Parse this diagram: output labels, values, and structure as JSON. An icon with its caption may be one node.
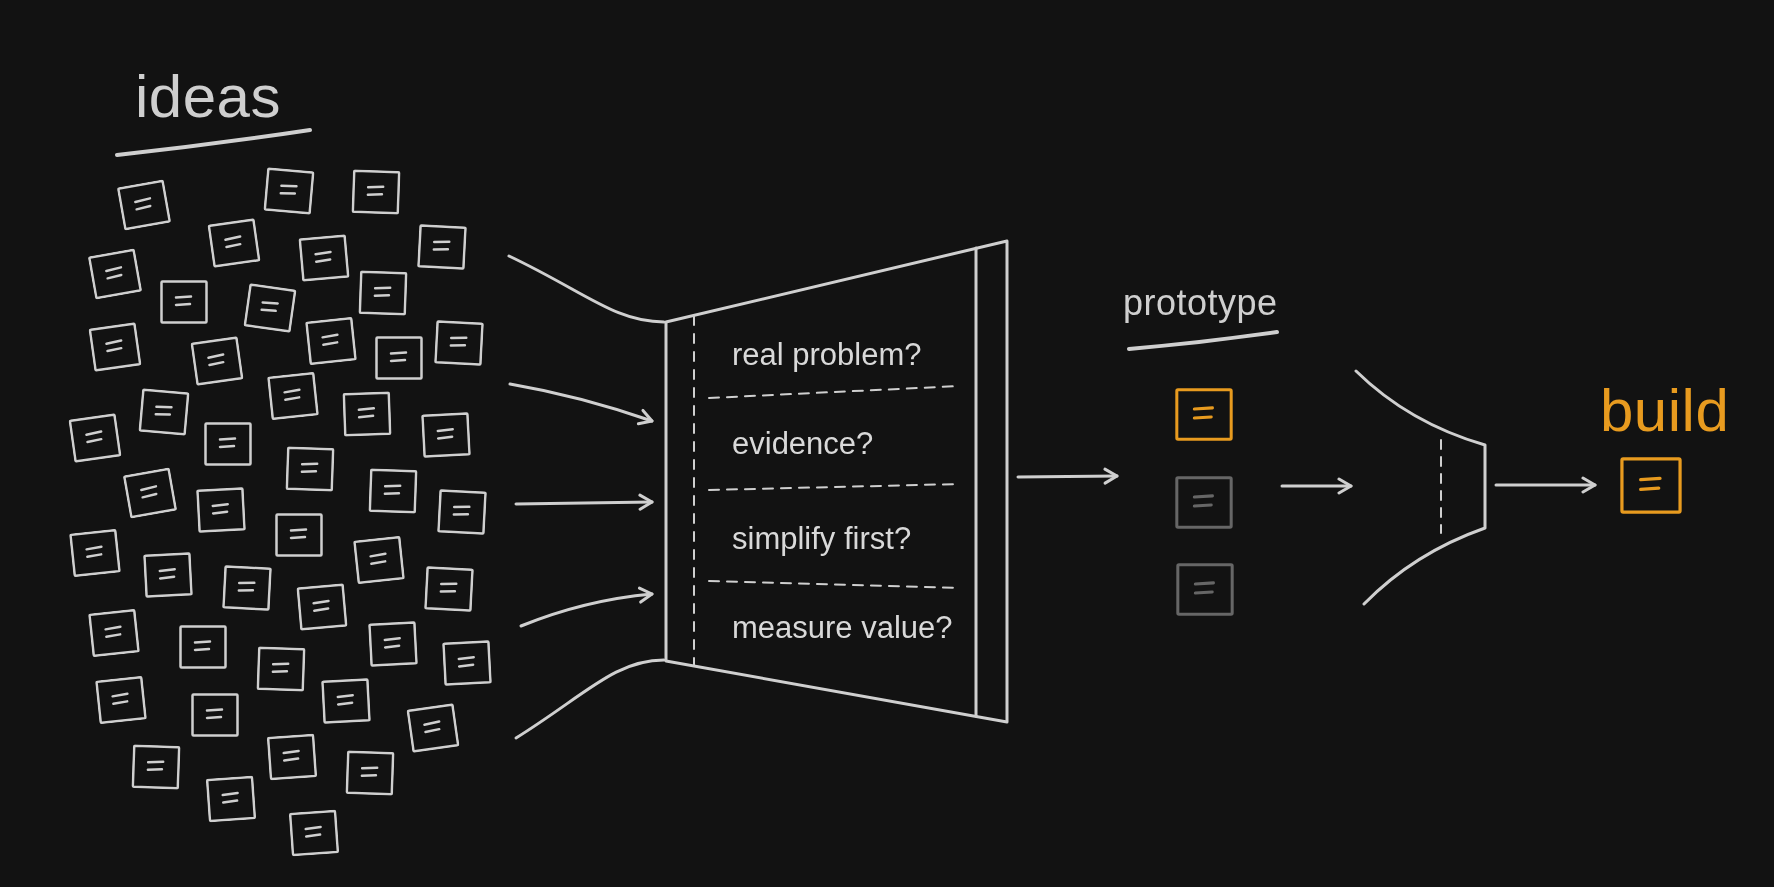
{
  "diagram": {
    "nodes": [
      {
        "text": [
          "ideas"
        ]
      },
      {
        "text": [
          "real problem?",
          "evidence?",
          "simplify first?",
          "measure value?"
        ]
      },
      {
        "text": [
          "prototype"
        ]
      },
      {
        "text": [],
        "shape": "funnel"
      },
      {
        "text": [
          "build"
        ]
      }
    ],
    "edges": [
      {
        "from": 0,
        "to": 1,
        "arrow": "to"
      },
      {
        "from": 0,
        "to": 1,
        "arrow": "to"
      },
      {
        "from": 0,
        "to": 1,
        "arrow": "to"
      },
      {
        "from": 1,
        "to": 2,
        "arrow": "to"
      },
      {
        "from": 2,
        "to": 3,
        "arrow": "to"
      },
      {
        "from": 3,
        "to": 4,
        "arrow": "to"
      }
    ]
  }
}
